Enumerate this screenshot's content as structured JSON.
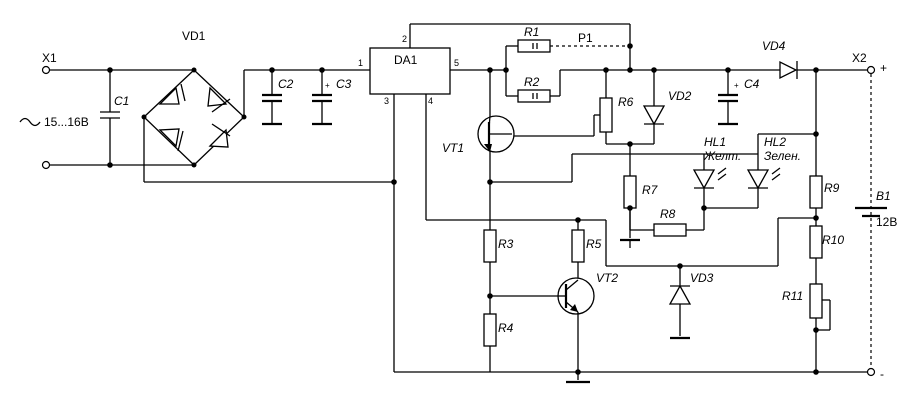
{
  "labels": {
    "x1": "X1",
    "x2": "X2",
    "vd1": "VD1",
    "input": "15...16В",
    "c1": "C1",
    "c2": "C2",
    "c3": "C3",
    "c4": "C4",
    "da1": "DA1",
    "pin1": "1",
    "pin2": "2",
    "pin3": "3",
    "pin4": "4",
    "pin5": "5",
    "r1": "R1",
    "r2": "R2",
    "p1": "P1",
    "r6": "R6",
    "vd2": "VD2",
    "vd4": "VD4",
    "vt1": "VT1",
    "r7": "R7",
    "hl1": "HL1",
    "hl1_color": "Желт.",
    "hl2": "HL2",
    "hl2_color": "Зелен.",
    "r8": "R8",
    "r9": "R9",
    "r10": "R10",
    "r11": "R11",
    "r3": "R3",
    "r4": "R4",
    "r5": "R5",
    "vt2": "VT2",
    "vd3": "VD3",
    "b1": "B1",
    "b1_voltage": "12В",
    "plus": "+",
    "minus": "-"
  }
}
